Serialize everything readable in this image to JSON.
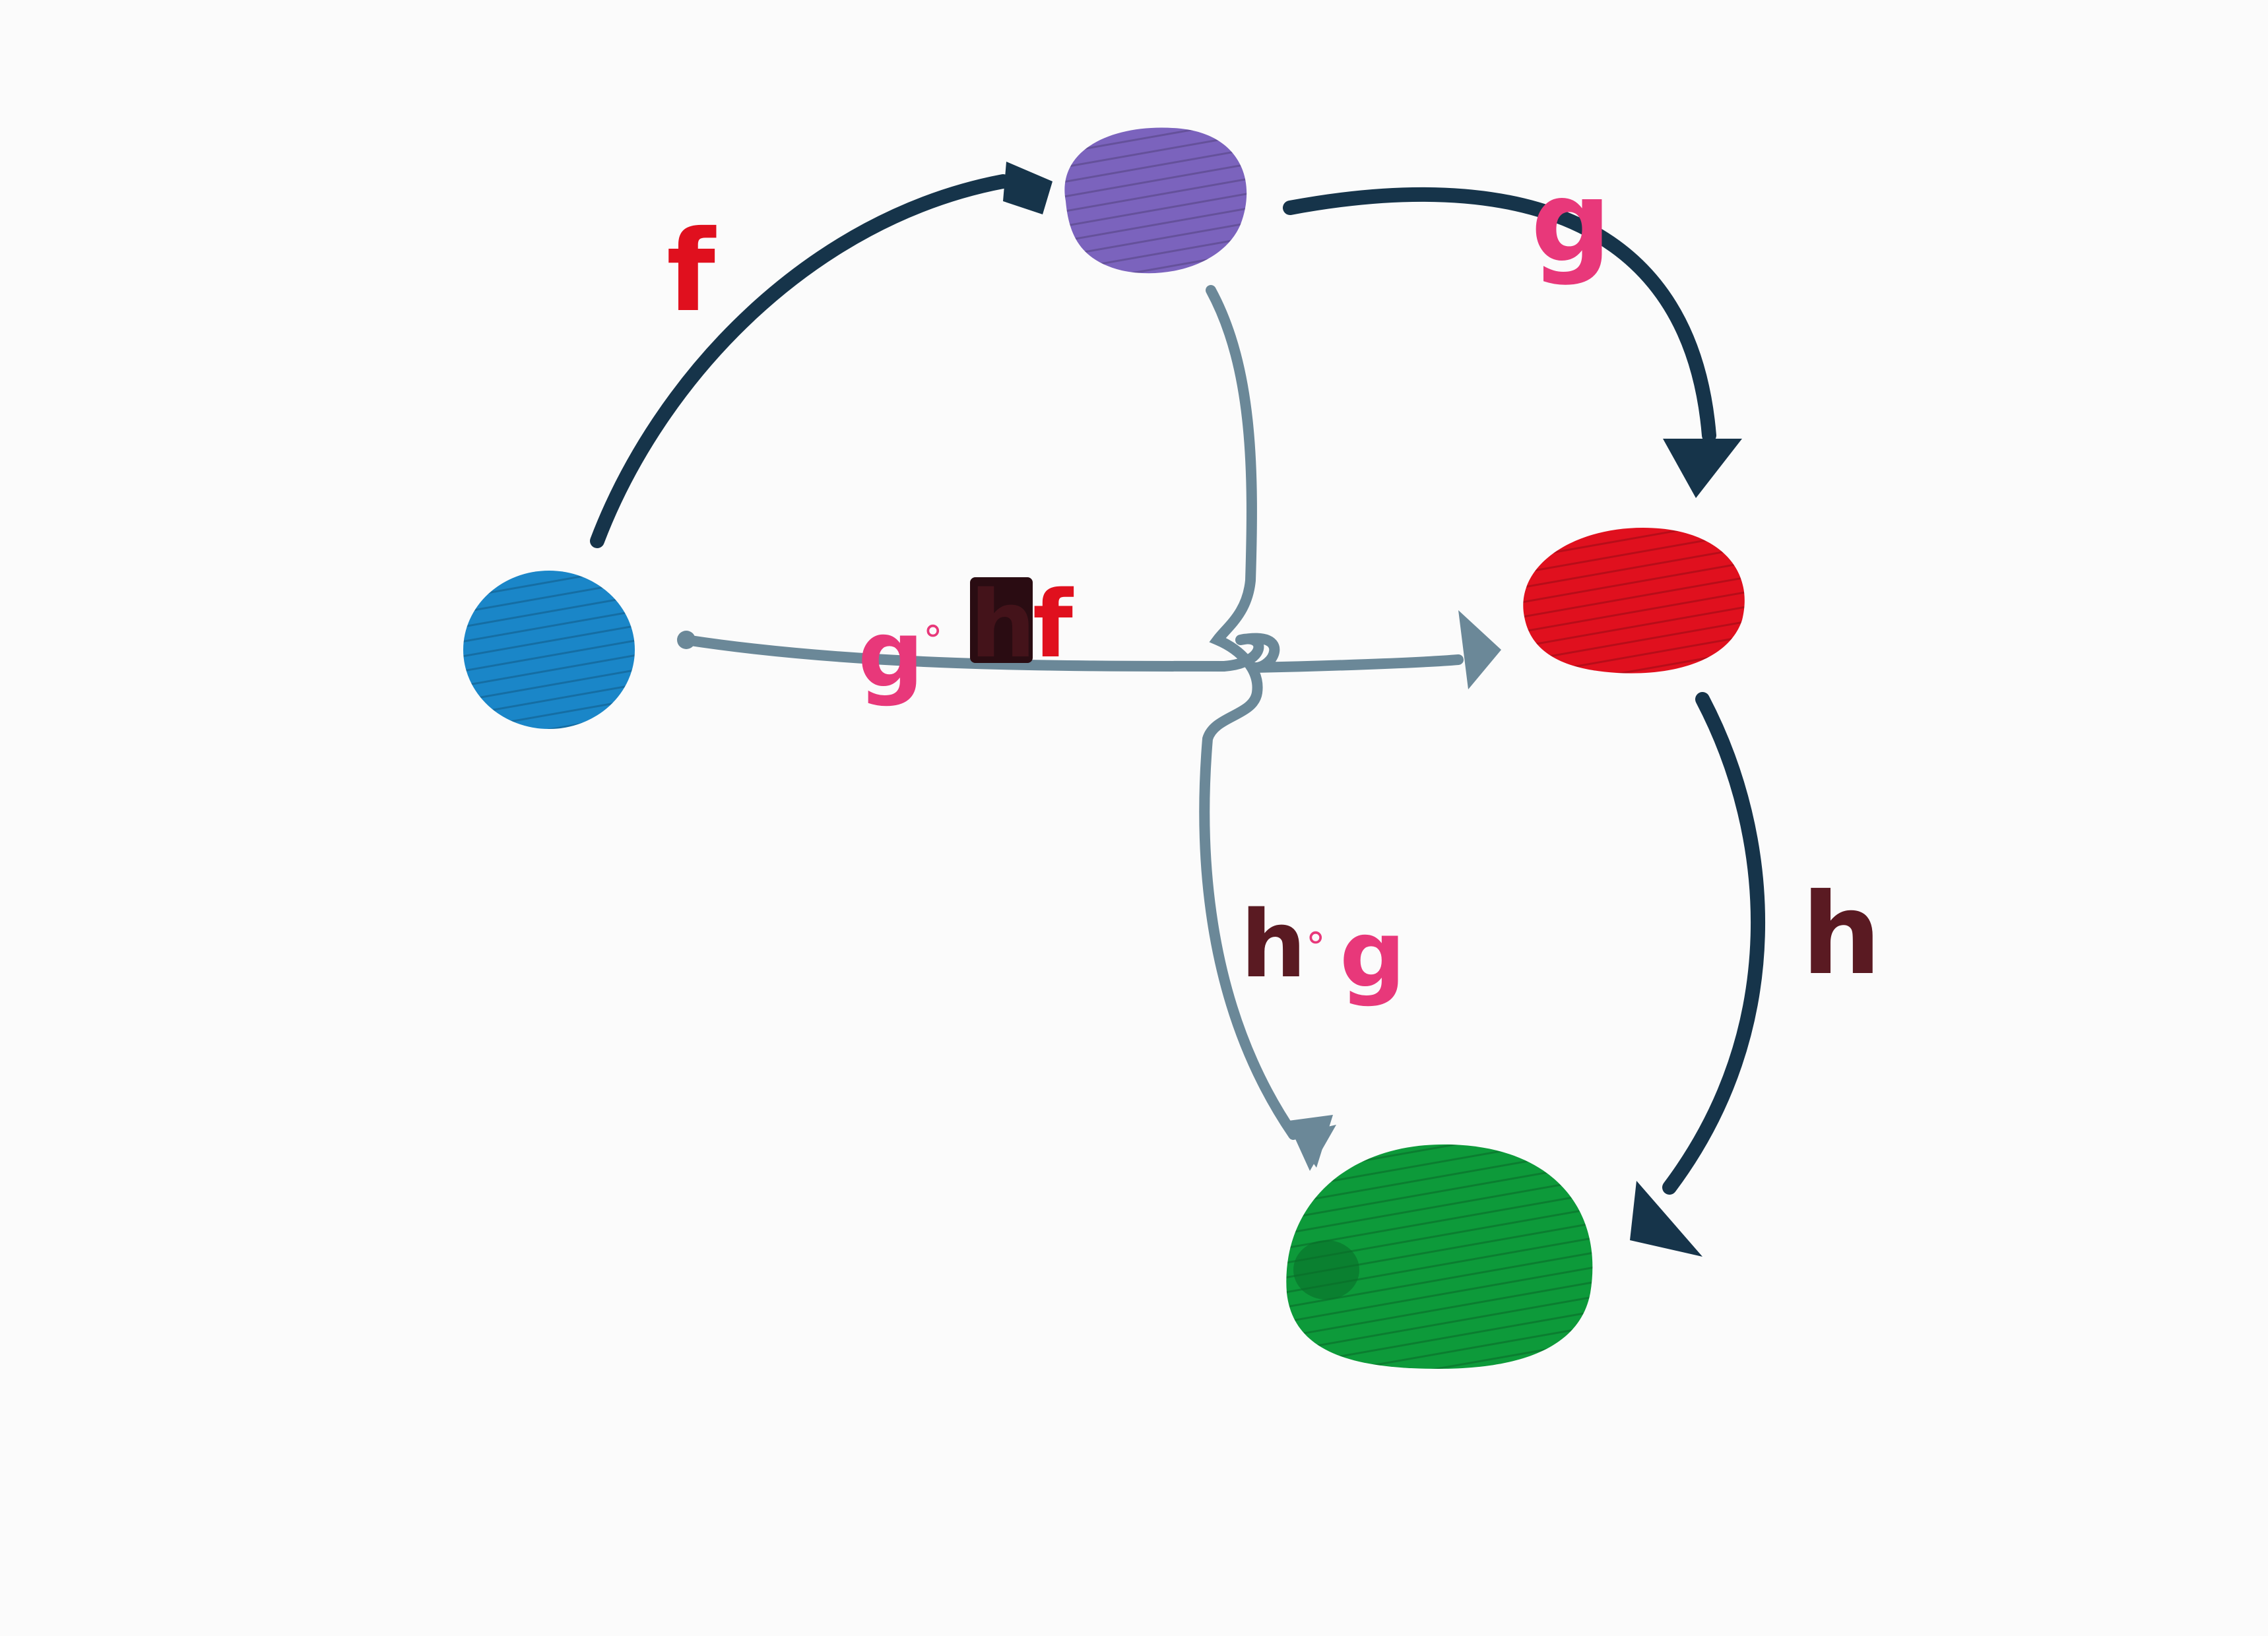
{
  "diagram": {
    "colors": {
      "background": "#fbfbfb",
      "node_blue": "#1a86c8",
      "node_purple": "#7b63bd",
      "node_red": "#e0101e",
      "node_green": "#0d9a3a",
      "arrow_dark": "#16344a",
      "arrow_gray": "#6b8898",
      "label_red": "#e0101e",
      "label_pink": "#e8387a",
      "label_brown": "#5a1a22",
      "smudge": "#2a0c12"
    },
    "labels": {
      "f": "f",
      "g": "g",
      "h": "h",
      "gof_g": "g",
      "gof_circ": "∘",
      "gof_h": "h",
      "gof_f": "f",
      "hog_h": "h",
      "hog_circ": "∘",
      "hog_g": "g"
    }
  }
}
